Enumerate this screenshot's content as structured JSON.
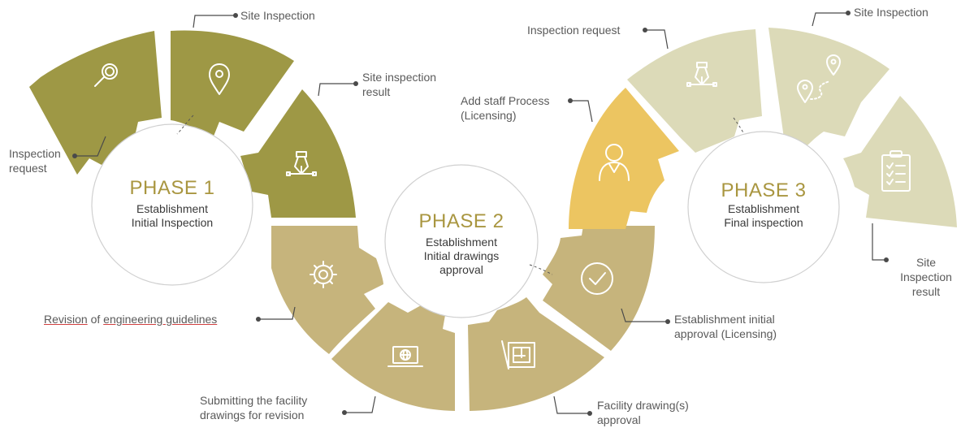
{
  "colors": {
    "phase1": "#9e9845",
    "phase2": "#c6b47c",
    "phase3": "#dcdab8",
    "highlight": "#ecc561",
    "circle_stroke": "#d0d0d0",
    "title": "#a99640",
    "connector": "#4a4a4a"
  },
  "phase1": {
    "title": "PHASE 1",
    "sub_line1": "Establishment",
    "sub_line2": "Initial Inspection",
    "segments": [
      {
        "icon": "magnifier-icon",
        "label_line1": "Inspection",
        "label_line2": "request"
      },
      {
        "icon": "location-pin-icon",
        "label_line1": "Site Inspection",
        "label_line2": ""
      },
      {
        "icon": "pen-tool-icon",
        "label_line1": "Site inspection",
        "label_line2": "result"
      }
    ]
  },
  "phase2": {
    "title": "PHASE 2",
    "sub_line1": "Establishment",
    "sub_line2": "Initial drawings",
    "sub_line3": "approval",
    "segments": [
      {
        "icon": "gear-icon",
        "label_word1": "Revision",
        "label_word2": "of",
        "label_word3": "engineering guidelines"
      },
      {
        "icon": "laptop-globe-icon",
        "label_line1": "Submitting the facility",
        "label_line2": "drawings for revision"
      },
      {
        "icon": "blueprint-icon",
        "label_line1": "Facility drawing(s)",
        "label_line2": "approval"
      },
      {
        "icon": "checkmark-icon",
        "label_line1": "Establishment initial",
        "label_line2": "approval (Licensing)"
      }
    ]
  },
  "phase3": {
    "title": "PHASE 3",
    "sub_line1": "Establishment",
    "sub_line2": "Final inspection",
    "segments": [
      {
        "icon": "staff-person-icon",
        "label_line1": "Add staff Process",
        "label_line2": "(Licensing)"
      },
      {
        "icon": "pen-tool-icon",
        "label_line1": "Inspection request",
        "label_line2": ""
      },
      {
        "icon": "route-pins-icon",
        "label_line1": "Site Inspection",
        "label_line2": ""
      },
      {
        "icon": "clipboard-icon",
        "label_line1": "Site",
        "label_line2": "Inspection",
        "label_line3": "result"
      }
    ]
  }
}
